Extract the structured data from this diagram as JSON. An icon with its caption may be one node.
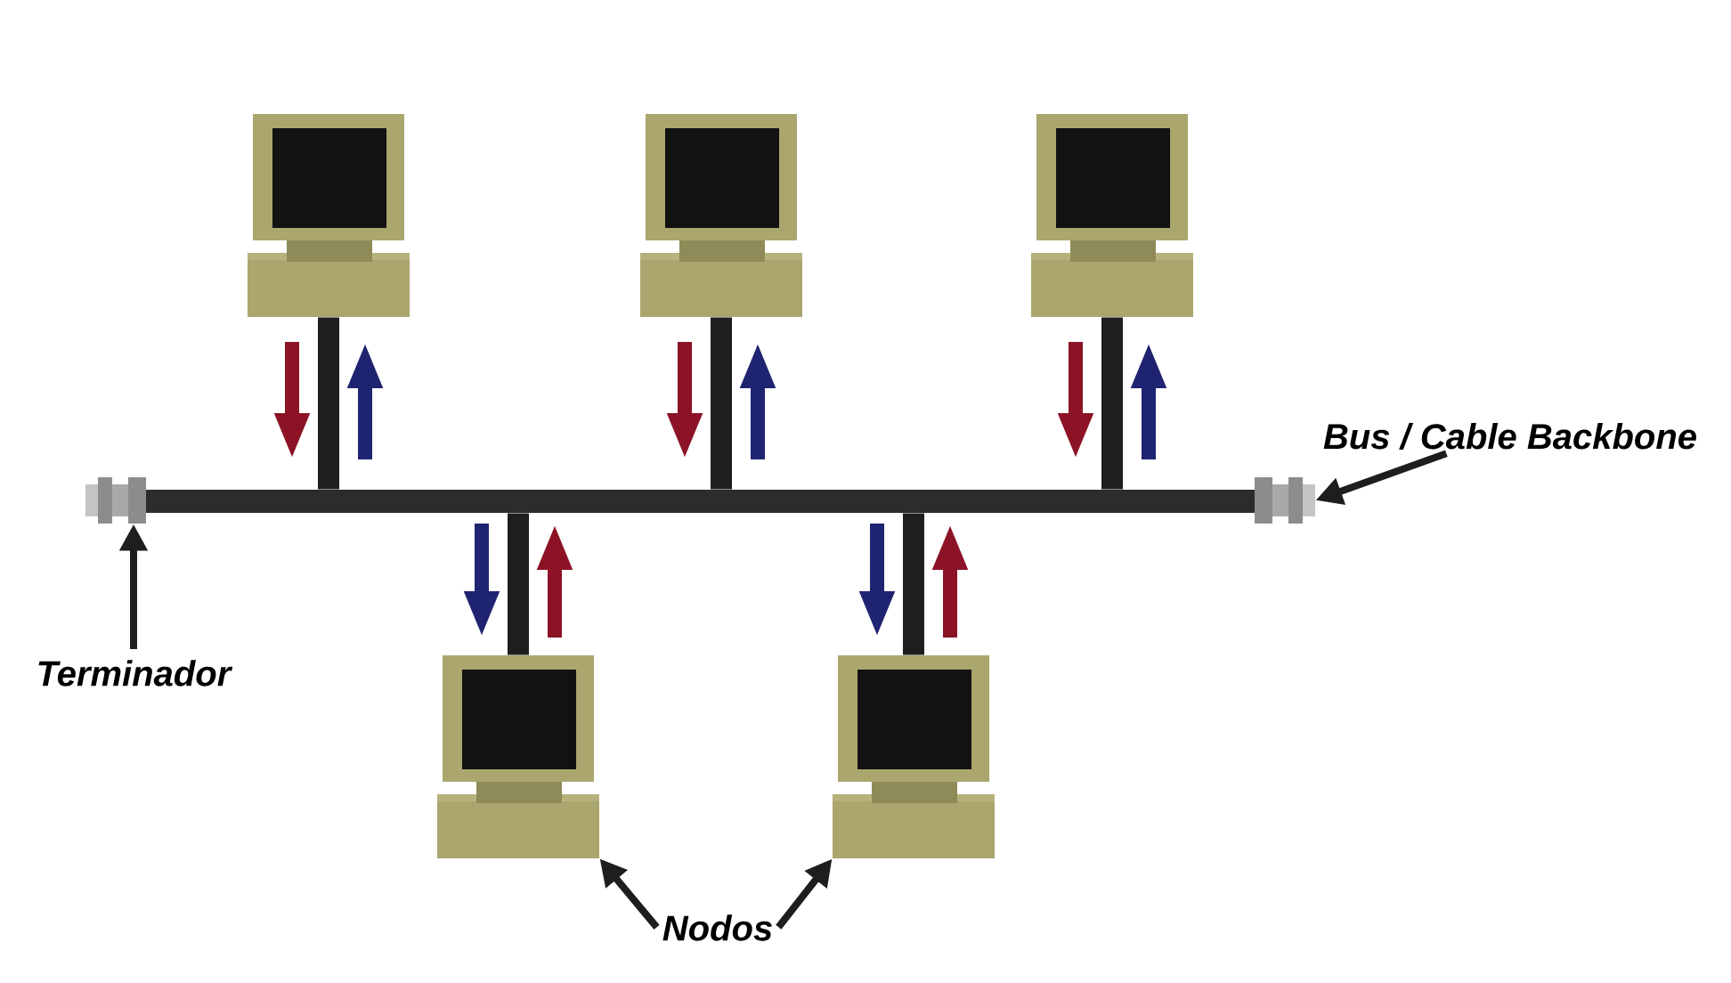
{
  "diagram": {
    "nodes": [
      {
        "text": [],
        "shape": "picture"
      },
      {
        "text": [],
        "shape": "picture"
      },
      {
        "text": [],
        "shape": "picture"
      },
      {
        "text": [],
        "shape": "picture"
      },
      {
        "text": [],
        "shape": "picture"
      },
      {
        "text": [],
        "shape": "bar"
      },
      {
        "text": [],
        "shape": "picture"
      },
      {
        "text": [],
        "shape": "picture"
      },
      {
        "text": [
          "Terminador"
        ]
      },
      {
        "text": [
          "Bus / Cable Backbone"
        ]
      },
      {
        "text": [
          "Nodos"
        ]
      }
    ],
    "edges": [
      {
        "from": 0,
        "to": 5,
        "arrow": "none"
      },
      {
        "from": 1,
        "to": 5,
        "arrow": "none"
      },
      {
        "from": 2,
        "to": 5,
        "arrow": "none"
      },
      {
        "from": 3,
        "to": 5,
        "arrow": "none"
      },
      {
        "from": 4,
        "to": 5,
        "arrow": "none"
      },
      {
        "from": 8,
        "to": 6,
        "arrow": "to"
      },
      {
        "from": 9,
        "to": 7,
        "arrow": "to"
      },
      {
        "from": 10,
        "to": 3,
        "arrow": "to"
      },
      {
        "from": 10,
        "to": 4,
        "arrow": "to"
      }
    ]
  }
}
